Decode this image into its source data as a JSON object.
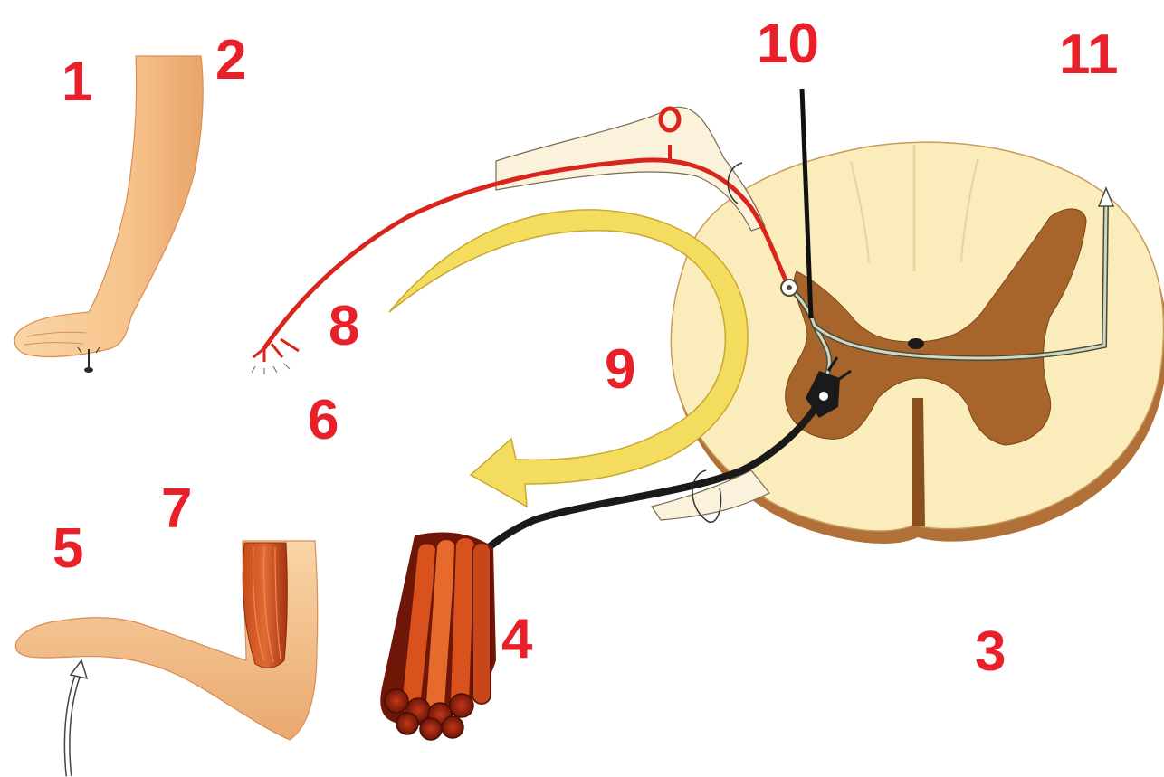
{
  "colors": {
    "label": "#e8202a",
    "sensory_nerve": "#d9261c",
    "motor_nerve": "#1a1a1a",
    "interneuron": "#a9b89a",
    "grey_matter": "#a8652b",
    "white_matter": "#fbecbc",
    "arrow": "#f4dc5e",
    "skin": "#f6c48c",
    "muscle": "#b83a12"
  },
  "labels": {
    "n1": "1",
    "n2": "2",
    "n3": "3",
    "n4": "4",
    "n5": "5",
    "n6": "6",
    "n7": "7",
    "n8": "8",
    "n9": "9",
    "n10": "10",
    "n11": "11"
  },
  "icons": {
    "pin": "pin-icon",
    "upward_arrow": "arrow-up-icon"
  }
}
